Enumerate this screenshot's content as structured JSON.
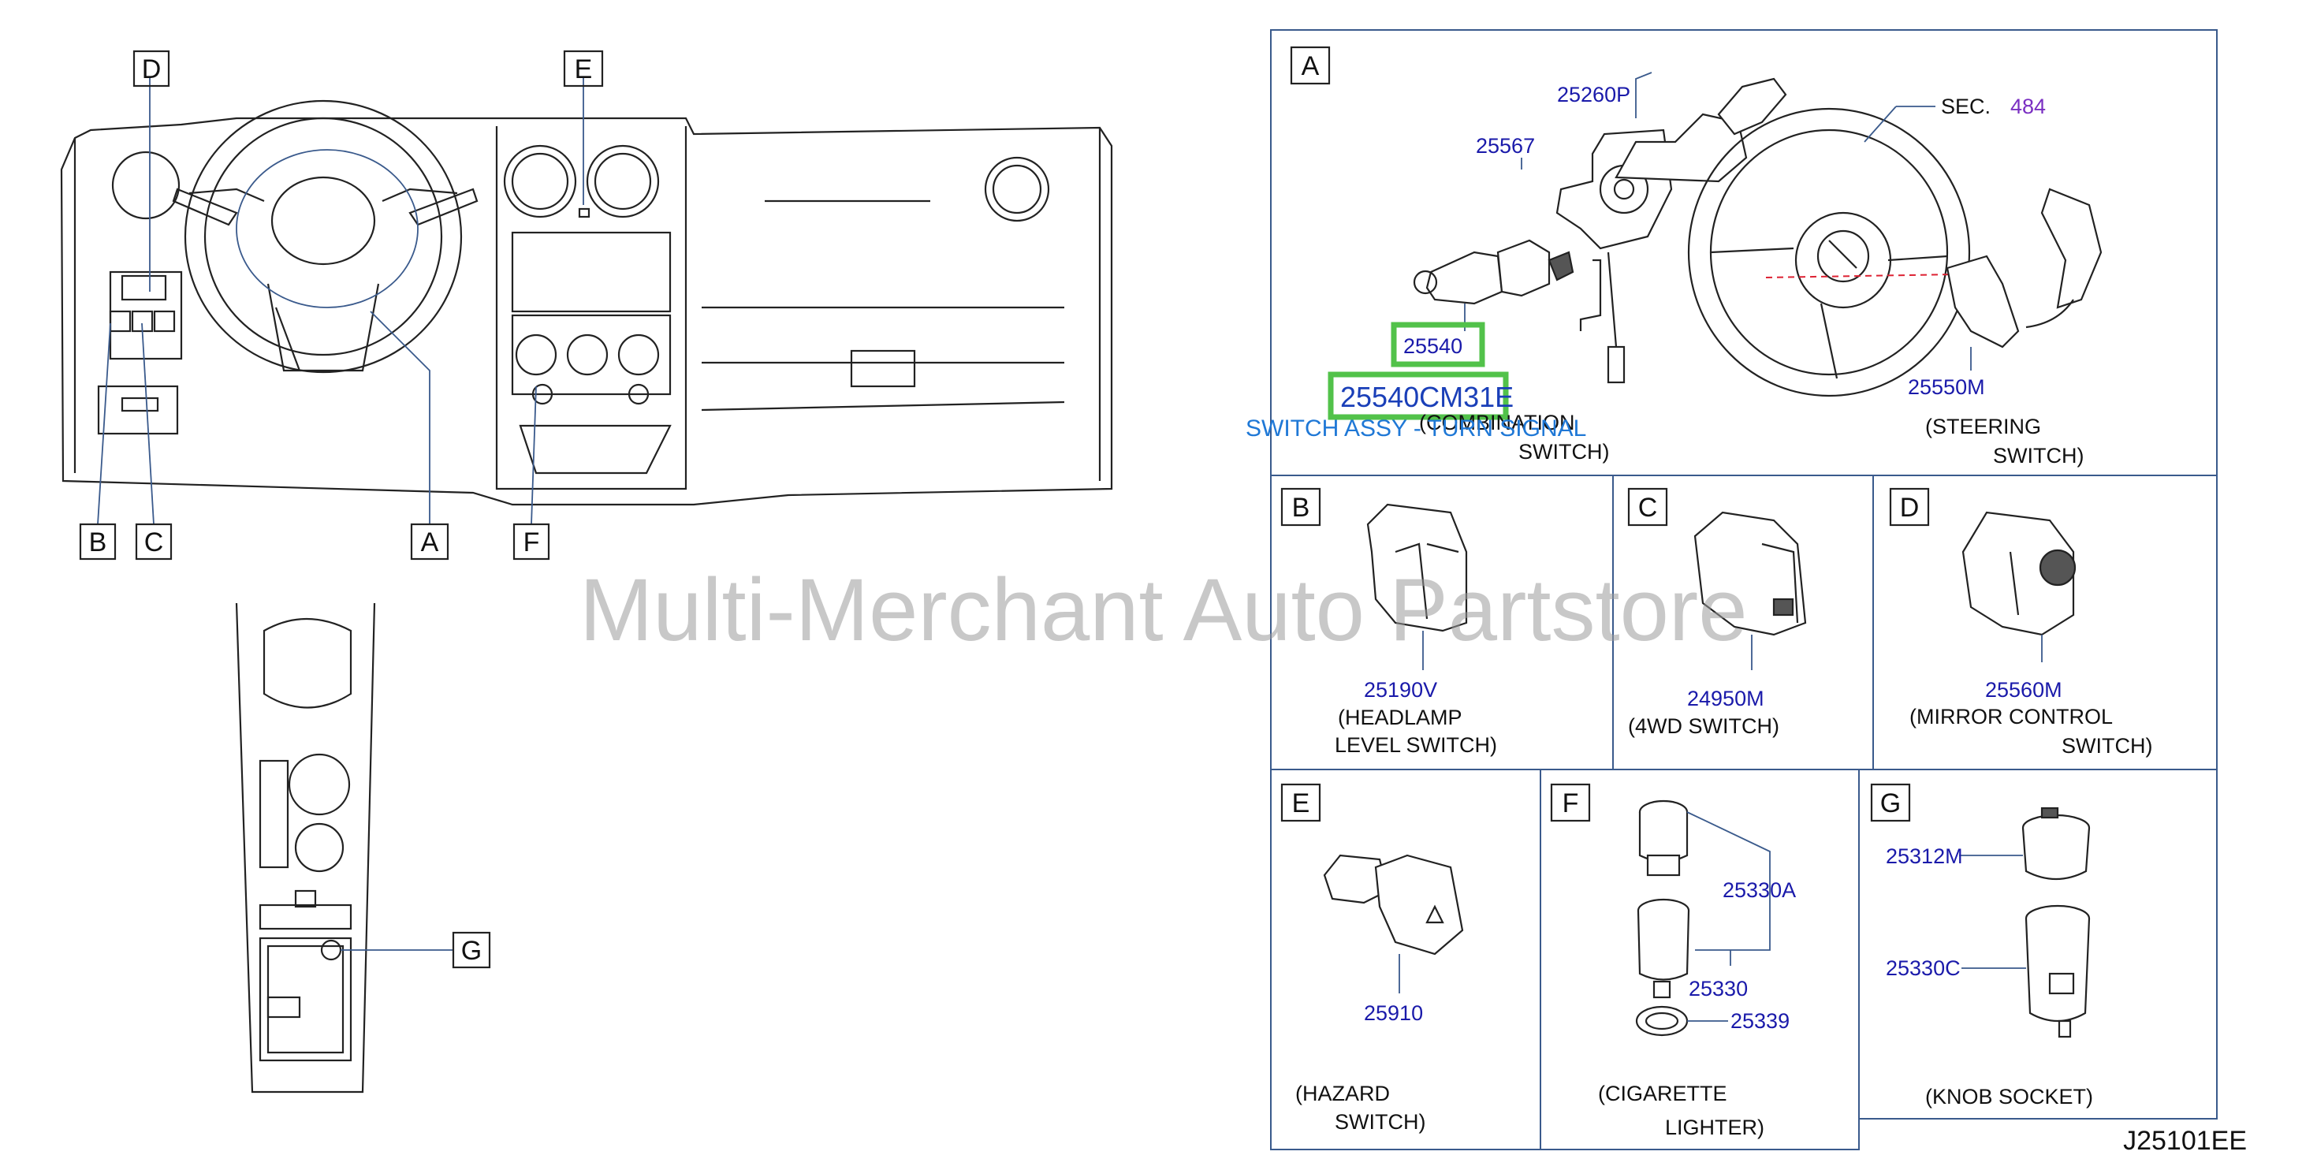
{
  "watermark": "Multi-Merchant Auto Partstore",
  "drawing_code": "J25101EE",
  "callouts": {
    "a": "A",
    "b": "B",
    "c": "C",
    "d": "D",
    "e": "E",
    "f": "F",
    "g": "G"
  },
  "panel_a": {
    "letter": "A",
    "part_25260p": "25260P",
    "part_25567": "25567",
    "part_25540": "25540",
    "part_25550m": "25550M",
    "sec_label": "SEC.",
    "sec_ref": "484",
    "highlight_part": "25540CM31E",
    "highlight_desc": "SWITCH ASSY - TURN SIGNAL",
    "caption_1_line1": "(COMBINATION",
    "caption_1_line2": "SWITCH)",
    "caption_2_line1": "(STEERING",
    "caption_2_line2": "SWITCH)"
  },
  "panel_b": {
    "letter": "B",
    "part": "25190V",
    "caption_line1": "(HEADLAMP",
    "caption_line2": "LEVEL   SWITCH)"
  },
  "panel_c": {
    "letter": "C",
    "part": "24950M",
    "caption_line1": "(4WD   SWITCH)"
  },
  "panel_d": {
    "letter": "D",
    "part": "25560M",
    "caption_line1": "(MIRROR   CONTROL",
    "caption_line2": "SWITCH)"
  },
  "panel_e": {
    "letter": "E",
    "part": "25910",
    "caption_line1": "(HAZARD",
    "caption_line2": "SWITCH)"
  },
  "panel_f": {
    "letter": "F",
    "part_25330a": "25330A",
    "part_25330": "25330",
    "part_25339": "25339",
    "caption_line1": "(CIGARETTE",
    "caption_line2": "LIGHTER)"
  },
  "panel_g": {
    "letter": "G",
    "part_25312m": "25312M",
    "part_25330c": "25330C",
    "caption_line1": "(KNOB   SOCKET)"
  }
}
